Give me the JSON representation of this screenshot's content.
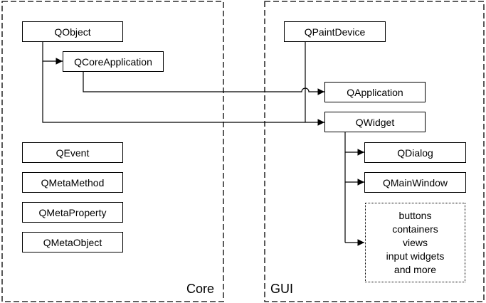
{
  "regions": {
    "core": "Core",
    "gui": "GUI"
  },
  "core": {
    "qobject": "QObject",
    "qcoreapplication": "QCoreApplication",
    "qevent": "QEvent",
    "qmetamethod": "QMetaMethod",
    "qmetaproperty": "QMetaProperty",
    "qmetaobject": "QMetaObject"
  },
  "gui": {
    "qpaintdevice": "QPaintDevice",
    "qapplication": "QApplication",
    "qwidget": "QWidget",
    "qdialog": "QDialog",
    "qmainwindow": "QMainWindow",
    "more_widgets": [
      "buttons",
      "containers",
      "views",
      "input widgets",
      "and more"
    ]
  }
}
